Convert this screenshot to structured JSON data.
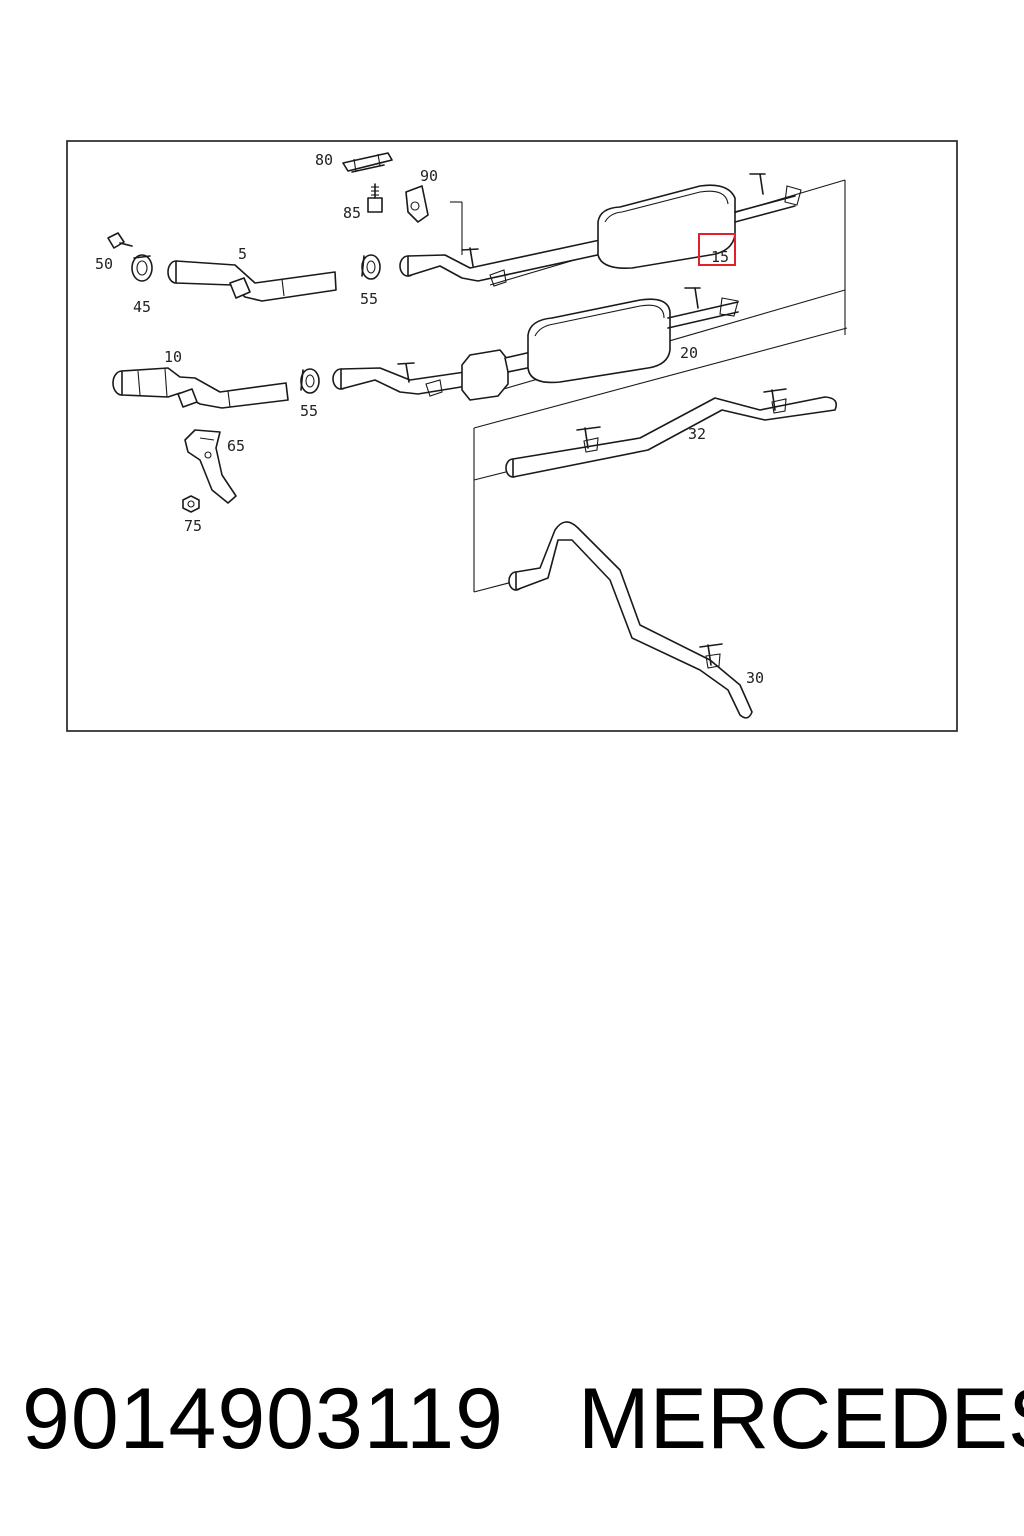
{
  "diagram": {
    "callouts": [
      {
        "id": "c80",
        "text": "80"
      },
      {
        "id": "c90",
        "text": "90"
      },
      {
        "id": "c85",
        "text": "85"
      },
      {
        "id": "c50",
        "text": "50"
      },
      {
        "id": "c5",
        "text": "5"
      },
      {
        "id": "c45",
        "text": "45"
      },
      {
        "id": "c55a",
        "text": "55"
      },
      {
        "id": "c15",
        "text": "15"
      },
      {
        "id": "c10",
        "text": "10"
      },
      {
        "id": "c20",
        "text": "20"
      },
      {
        "id": "c55b",
        "text": "55"
      },
      {
        "id": "c65",
        "text": "65"
      },
      {
        "id": "c32",
        "text": "32"
      },
      {
        "id": "c75",
        "text": "75"
      },
      {
        "id": "c30",
        "text": "30"
      }
    ],
    "highlight_color": "#e0202a"
  },
  "caption": {
    "part_number": "9014903119",
    "brand": "MERCEDES"
  }
}
